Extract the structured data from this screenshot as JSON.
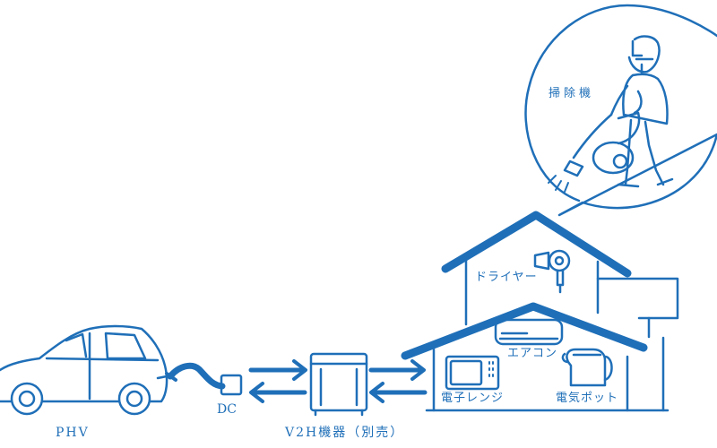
{
  "colors": {
    "line": "#1f6fb8",
    "background": "#ffffff"
  },
  "labels": {
    "vehicle": "PHV",
    "dc": "DC",
    "v2h_device": "V2H機器（別売）",
    "vacuum": "掃除機",
    "dryer": "ドライヤー",
    "aircon": "エアコン",
    "microwave": "電子レンジ",
    "kettle": "電気ポット"
  },
  "icons": [
    "car-icon",
    "charging-cable-icon",
    "dc-box-icon",
    "v2h-unit-icon",
    "house-icon",
    "hair-dryer-icon",
    "air-conditioner-icon",
    "microwave-icon",
    "electric-kettle-icon",
    "person-vacuuming-icon",
    "vacuum-cleaner-icon",
    "thought-bubble-icon"
  ]
}
